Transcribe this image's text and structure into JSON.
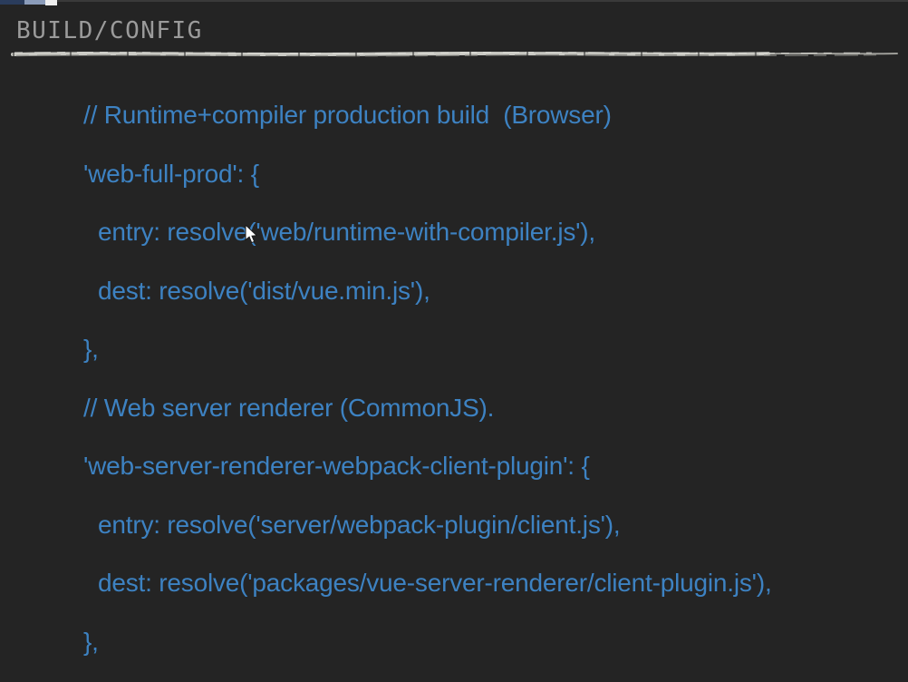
{
  "header": {
    "title": "BUILD/CONFIG"
  },
  "code": {
    "lines": [
      {
        "text": "// Runtime+compiler production build  (Browser)",
        "indent": 0
      },
      {
        "text": "'web-full-prod': {",
        "indent": 0
      },
      {
        "text": "entry: resolve('web/runtime-with-compiler.js'),",
        "indent": 1
      },
      {
        "text": "dest: resolve('dist/vue.min.js'),",
        "indent": 1
      },
      {
        "text": "},",
        "indent": 0
      },
      {
        "text": "// Web server renderer (CommonJS).",
        "indent": 0
      },
      {
        "text": "'web-server-renderer-webpack-client-plugin': {",
        "indent": 0
      },
      {
        "text": "entry: resolve('server/webpack-plugin/client.js'),",
        "indent": 1
      },
      {
        "text": "dest: resolve('packages/vue-server-renderer/client-plugin.js'),",
        "indent": 1
      },
      {
        "text": "},",
        "indent": 0
      }
    ]
  },
  "colors": {
    "background": "#242424",
    "code_text": "#3d82c2",
    "title_text": "#9b9b9b",
    "divider": "#c9c9c3"
  }
}
